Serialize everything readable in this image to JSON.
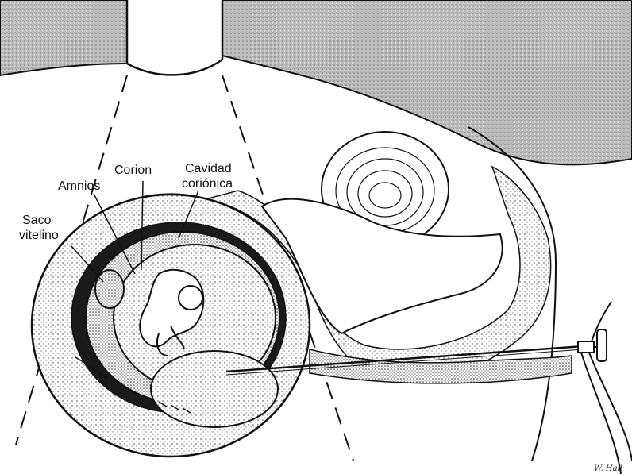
{
  "labels": {
    "corion": "Corion",
    "amnios": "Amnios",
    "cavidad_line1": "Cavidad",
    "cavidad_line2": "coriónica",
    "saco_line1": "Saco",
    "saco_line2": "vitelino"
  },
  "signature": "W. Hall",
  "colors": {
    "ink": "#111111",
    "abdomen_fill": "#bdbdbd",
    "background": "#ffffff"
  },
  "icons": {
    "transducer": "ultrasound-transducer-icon",
    "syringe": "syringe-hub-icon"
  }
}
